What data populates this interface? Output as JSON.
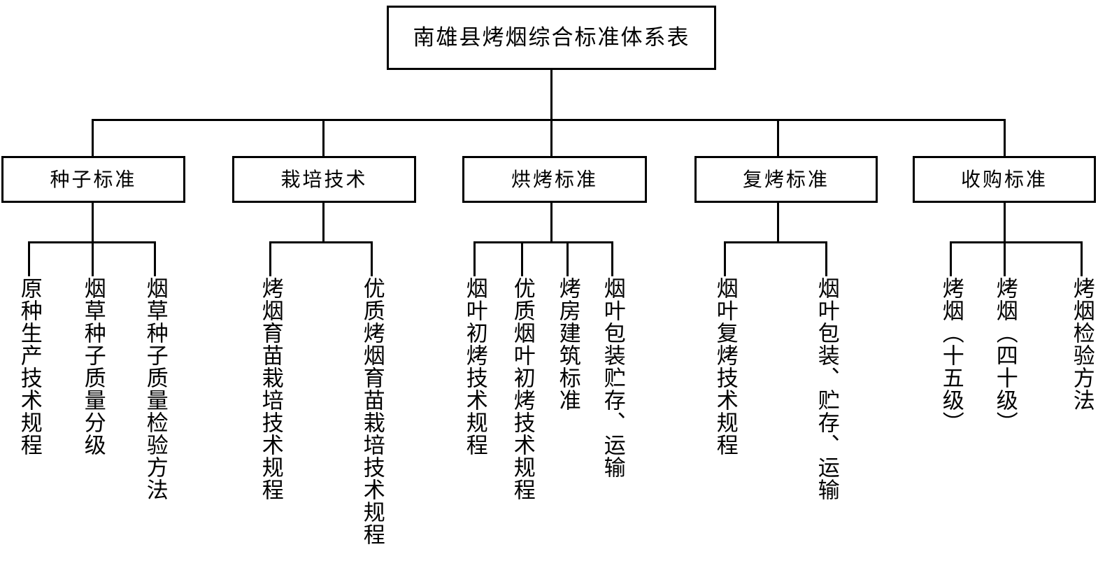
{
  "diagram": {
    "title": "南雄县烤烟综合标准体系表",
    "type": "organizational-tree",
    "orientation": "top-down",
    "levels": 3,
    "line_color": "#000000",
    "box_fill": "#ffffff",
    "text_color": "#000000"
  },
  "root": {
    "label": "南雄县烤烟综合标准体系表"
  },
  "branches": [
    {
      "id": "seed",
      "label": "种子标准",
      "leaves": [
        {
          "label": "原种生产技术规程"
        },
        {
          "label": "烟草种子质量分级"
        },
        {
          "label": "烟草种子质量检验方法"
        }
      ]
    },
    {
      "id": "cultivation",
      "label": "栽培技术",
      "leaves": [
        {
          "label": "烤烟育苗栽培技术规程"
        },
        {
          "label": "优质烤烟育苗栽培技术规程"
        }
      ]
    },
    {
      "id": "curing",
      "label": "烘烤标准",
      "leaves": [
        {
          "label": "烟叶初烤技术规程"
        },
        {
          "label": "优质烟叶初烤技术规程"
        },
        {
          "label": "烤房建筑标准"
        },
        {
          "label": "烟叶包装贮存、运输"
        }
      ]
    },
    {
      "id": "redrying",
      "label": "复烤标准",
      "leaves": [
        {
          "label": "烟叶复烤技术规程"
        },
        {
          "label": "烟叶包装、贮存、运输"
        }
      ]
    },
    {
      "id": "purchasing",
      "label": "收购标准",
      "leaves": [
        {
          "label": "烤烟（十五级）"
        },
        {
          "label": "烤烟（四十级）"
        },
        {
          "label": "烤烟检验方法"
        }
      ]
    }
  ]
}
